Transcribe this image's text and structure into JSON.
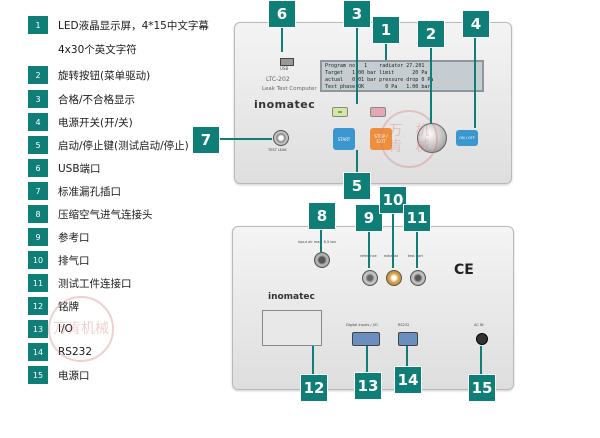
{
  "legend": [
    {
      "num": "1",
      "text": "LED液晶显示屏，4*15中文字幕",
      "cont": "4x30个英文字符"
    },
    {
      "num": "2",
      "text": "旋转按钮(菜单驱动)"
    },
    {
      "num": "3",
      "text": "合格/不合格显示"
    },
    {
      "num": "4",
      "text": "电源开关(开/关)"
    },
    {
      "num": "5",
      "text": "启动/停止键(测试启动/停止)"
    },
    {
      "num": "6",
      "text": "USB端口"
    },
    {
      "num": "7",
      "text": "标准漏孔插口"
    },
    {
      "num": "8",
      "text": "压缩空气进气连接头"
    },
    {
      "num": "9",
      "text": "参考口"
    },
    {
      "num": "10",
      "text": "排气口"
    },
    {
      "num": "11",
      "text": "测试工件连接口"
    },
    {
      "num": "12",
      "text": "铭牌"
    },
    {
      "num": "13",
      "text": "I/O"
    },
    {
      "num": "14",
      "text": "RS232"
    },
    {
      "num": "15",
      "text": "电源口"
    }
  ],
  "front": {
    "usb_label": "USB",
    "model": "LTC-202",
    "model_sub": "Leak Test Computer",
    "brand": "inomatec",
    "lcd_lines": [
      "Program no.  1    radiator 27.201",
      "Target   1.00 bar limit      20 Pa",
      "actual   0.01 bar pressure drop 0 Pa",
      "Test phase OK       0 Pa   1.00 bar"
    ],
    "ok_label": "OK",
    "start_label": "START",
    "stop_label": "STOP / EXIT",
    "power_label": "ON / OFF",
    "test_leak_label": "TEST LEAK"
  },
  "rear": {
    "brand": "inomatec",
    "ce": "CE",
    "air_label": "input air max. 6,5 bar",
    "ref_label": "reference",
    "exhaust_label": "exhaust",
    "test_label": "test part",
    "io_label": "Digital inputs / I/O",
    "rs232_label": "RS232",
    "power_label": "AC IN"
  },
  "callouts": [
    "1",
    "2",
    "3",
    "4",
    "5",
    "6",
    "7",
    "8",
    "9",
    "10",
    "11",
    "12",
    "13",
    "14",
    "15"
  ],
  "watermark": {
    "line1": "万肯",
    "line2": "机械"
  },
  "colors": {
    "callout": "#0e7e77",
    "start": "#3c97cf",
    "stop": "#f08f3b"
  }
}
